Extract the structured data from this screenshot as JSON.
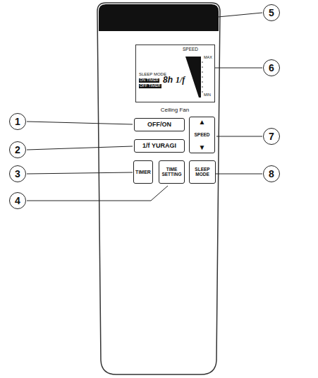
{
  "diagram": {
    "nodes": [
      {
        "text": [
          "SPEED",
          "SLEEP MODE",
          "ON TIMER",
          "OFF TIMER",
          "8h",
          "1/f",
          "MAX",
          "MIN"
        ]
      },
      {
        "text": [
          "OFF/ON"
        ]
      },
      {
        "text": [
          "1/f YURAGI"
        ]
      },
      {
        "text": [
          "▲",
          "SPEED",
          "▼"
        ]
      },
      {
        "text": [
          "TIMER"
        ]
      },
      {
        "text": [
          "TIME SETTING"
        ]
      },
      {
        "text": [
          "SLEEP MODE"
        ]
      }
    ],
    "labels": [
      "Ceiling Fan",
      "1",
      "2",
      "3",
      "4",
      "5",
      "6",
      "7",
      "8"
    ]
  }
}
